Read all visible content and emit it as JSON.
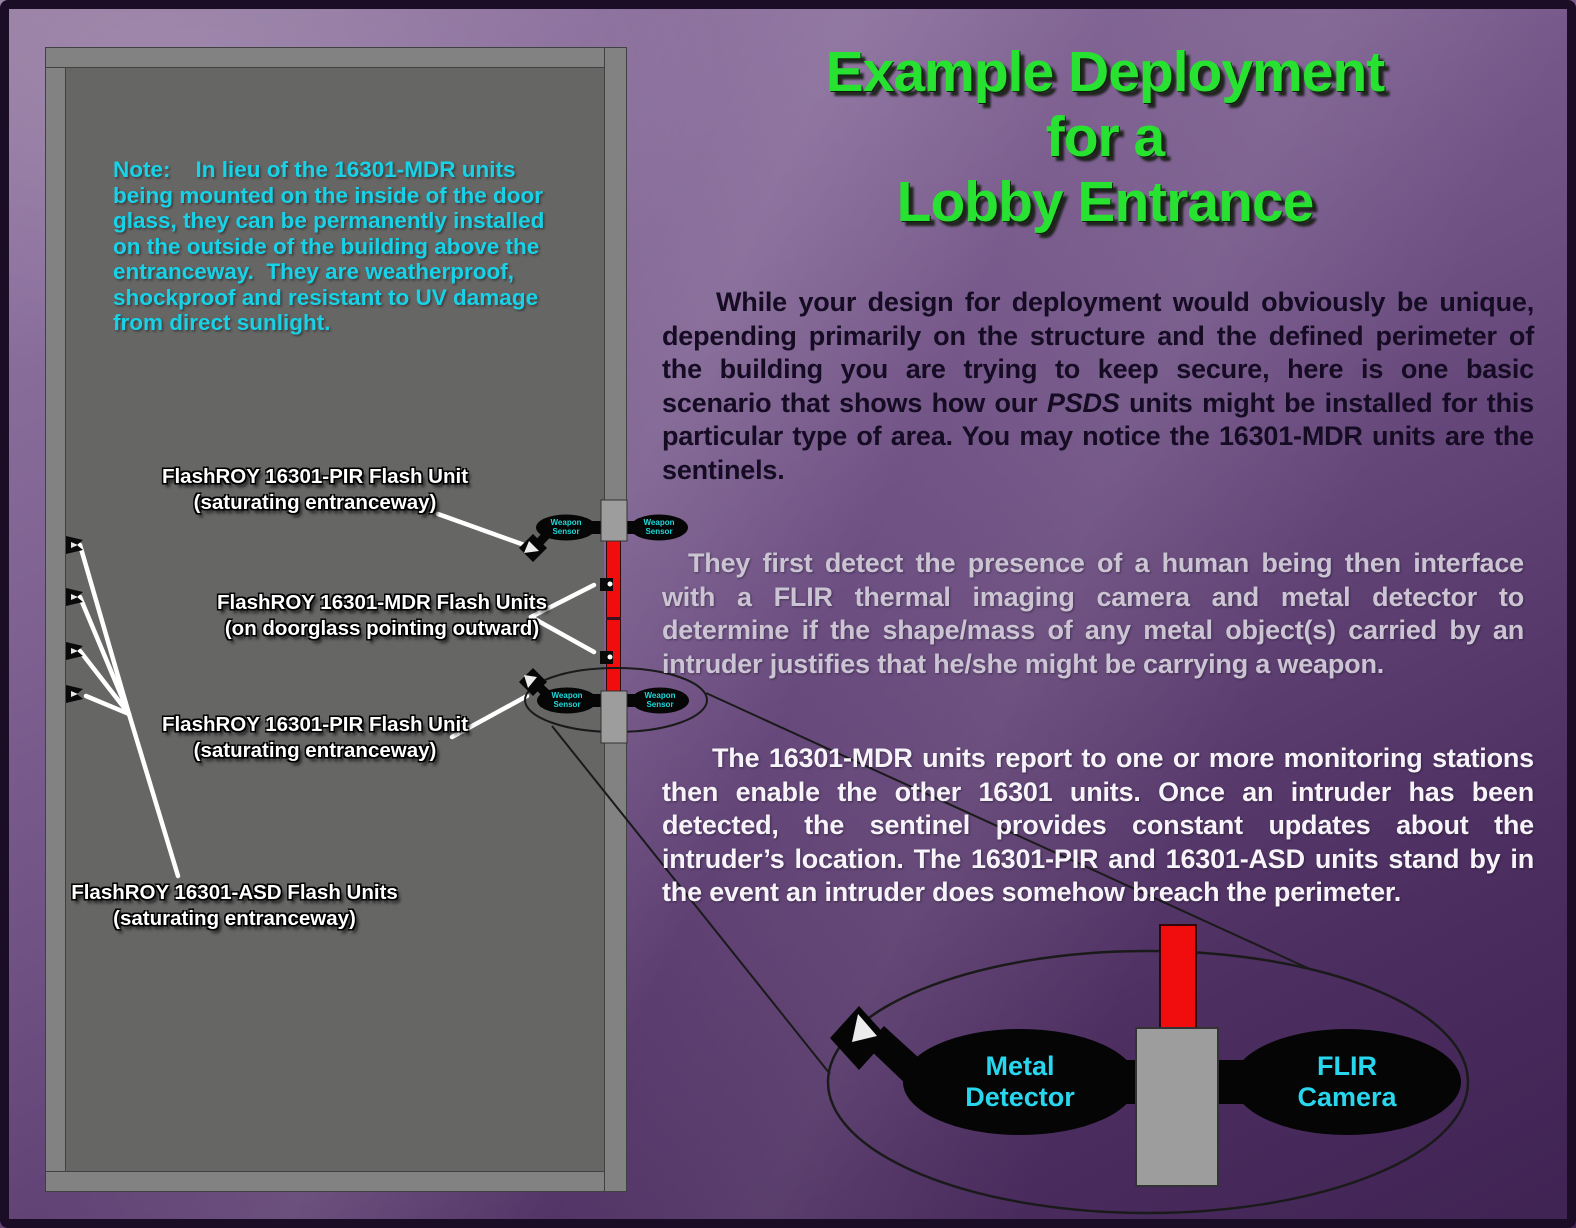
{
  "title": {
    "line1": "Example Deployment",
    "line2": "for a",
    "line3": "Lobby Entrance"
  },
  "note": "Note:    In lieu of the 16301-MDR units being mounted on the inside of the door glass, they can be permanently installed on the outside of the building above the entranceway.  They are weatherproof, shockproof and resistant to UV damage from direct sunlight.",
  "paragraphs": {
    "p1_before": "While your design for deployment would obviously be unique, depending primarily on the structure and the defined perimeter of the building you are trying to keep secure, here is one basic scenario that shows how our ",
    "p1_highlight": "PSDS",
    "p1_after": " units might be installed for this particular type of area.  You may notice the 16301-MDR units are the sentinels.",
    "p2": "They first detect the presence of a human being then interface with a FLIR thermal imaging camera and metal detector to determine if the shape/mass of any metal object(s) carried by an intruder justifies that he/she might be carrying a weapon.",
    "p3": "The 16301-MDR units report to one or more monitoring stations then enable the other 16301 units.  Once an intruder has been detected, the sentinel provides constant updates about the intruder’s location.  The 16301-PIR and 16301-ASD units stand by in the event an intruder does somehow breach the perimeter."
  },
  "labels": {
    "pir_top": {
      "line1": "FlashROY 16301-PIR Flash Unit",
      "line2": "(saturating entranceway)"
    },
    "mdr": {
      "line1": "FlashROY 16301-MDR Flash Units",
      "line2": "(on doorglass pointing outward)"
    },
    "pir_bottom": {
      "line1": "FlashROY 16301-PIR Flash Unit",
      "line2": "(saturating entranceway)"
    },
    "asd": {
      "line1": "FlashROY 16301-ASD Flash Units",
      "line2": "(saturating entranceway)"
    }
  },
  "sensors": {
    "weapon_line1": "Weapon",
    "weapon_line2": "Sensor"
  },
  "detail": {
    "metal_line1": "Metal",
    "metal_line2": "Detector",
    "flir_line1": "FLIR",
    "flir_line2": "Camera"
  },
  "colors": {
    "title_green": "#27e231",
    "note_cyan": "#18d2e8",
    "door_red": "#f10d0d",
    "sensor_label_cyan": "#1fd8d8",
    "detail_label_cyan": "#28d6ee",
    "wall_gray": "#828282",
    "interior_gray": "#666665",
    "background_purple": "#6f5184"
  }
}
